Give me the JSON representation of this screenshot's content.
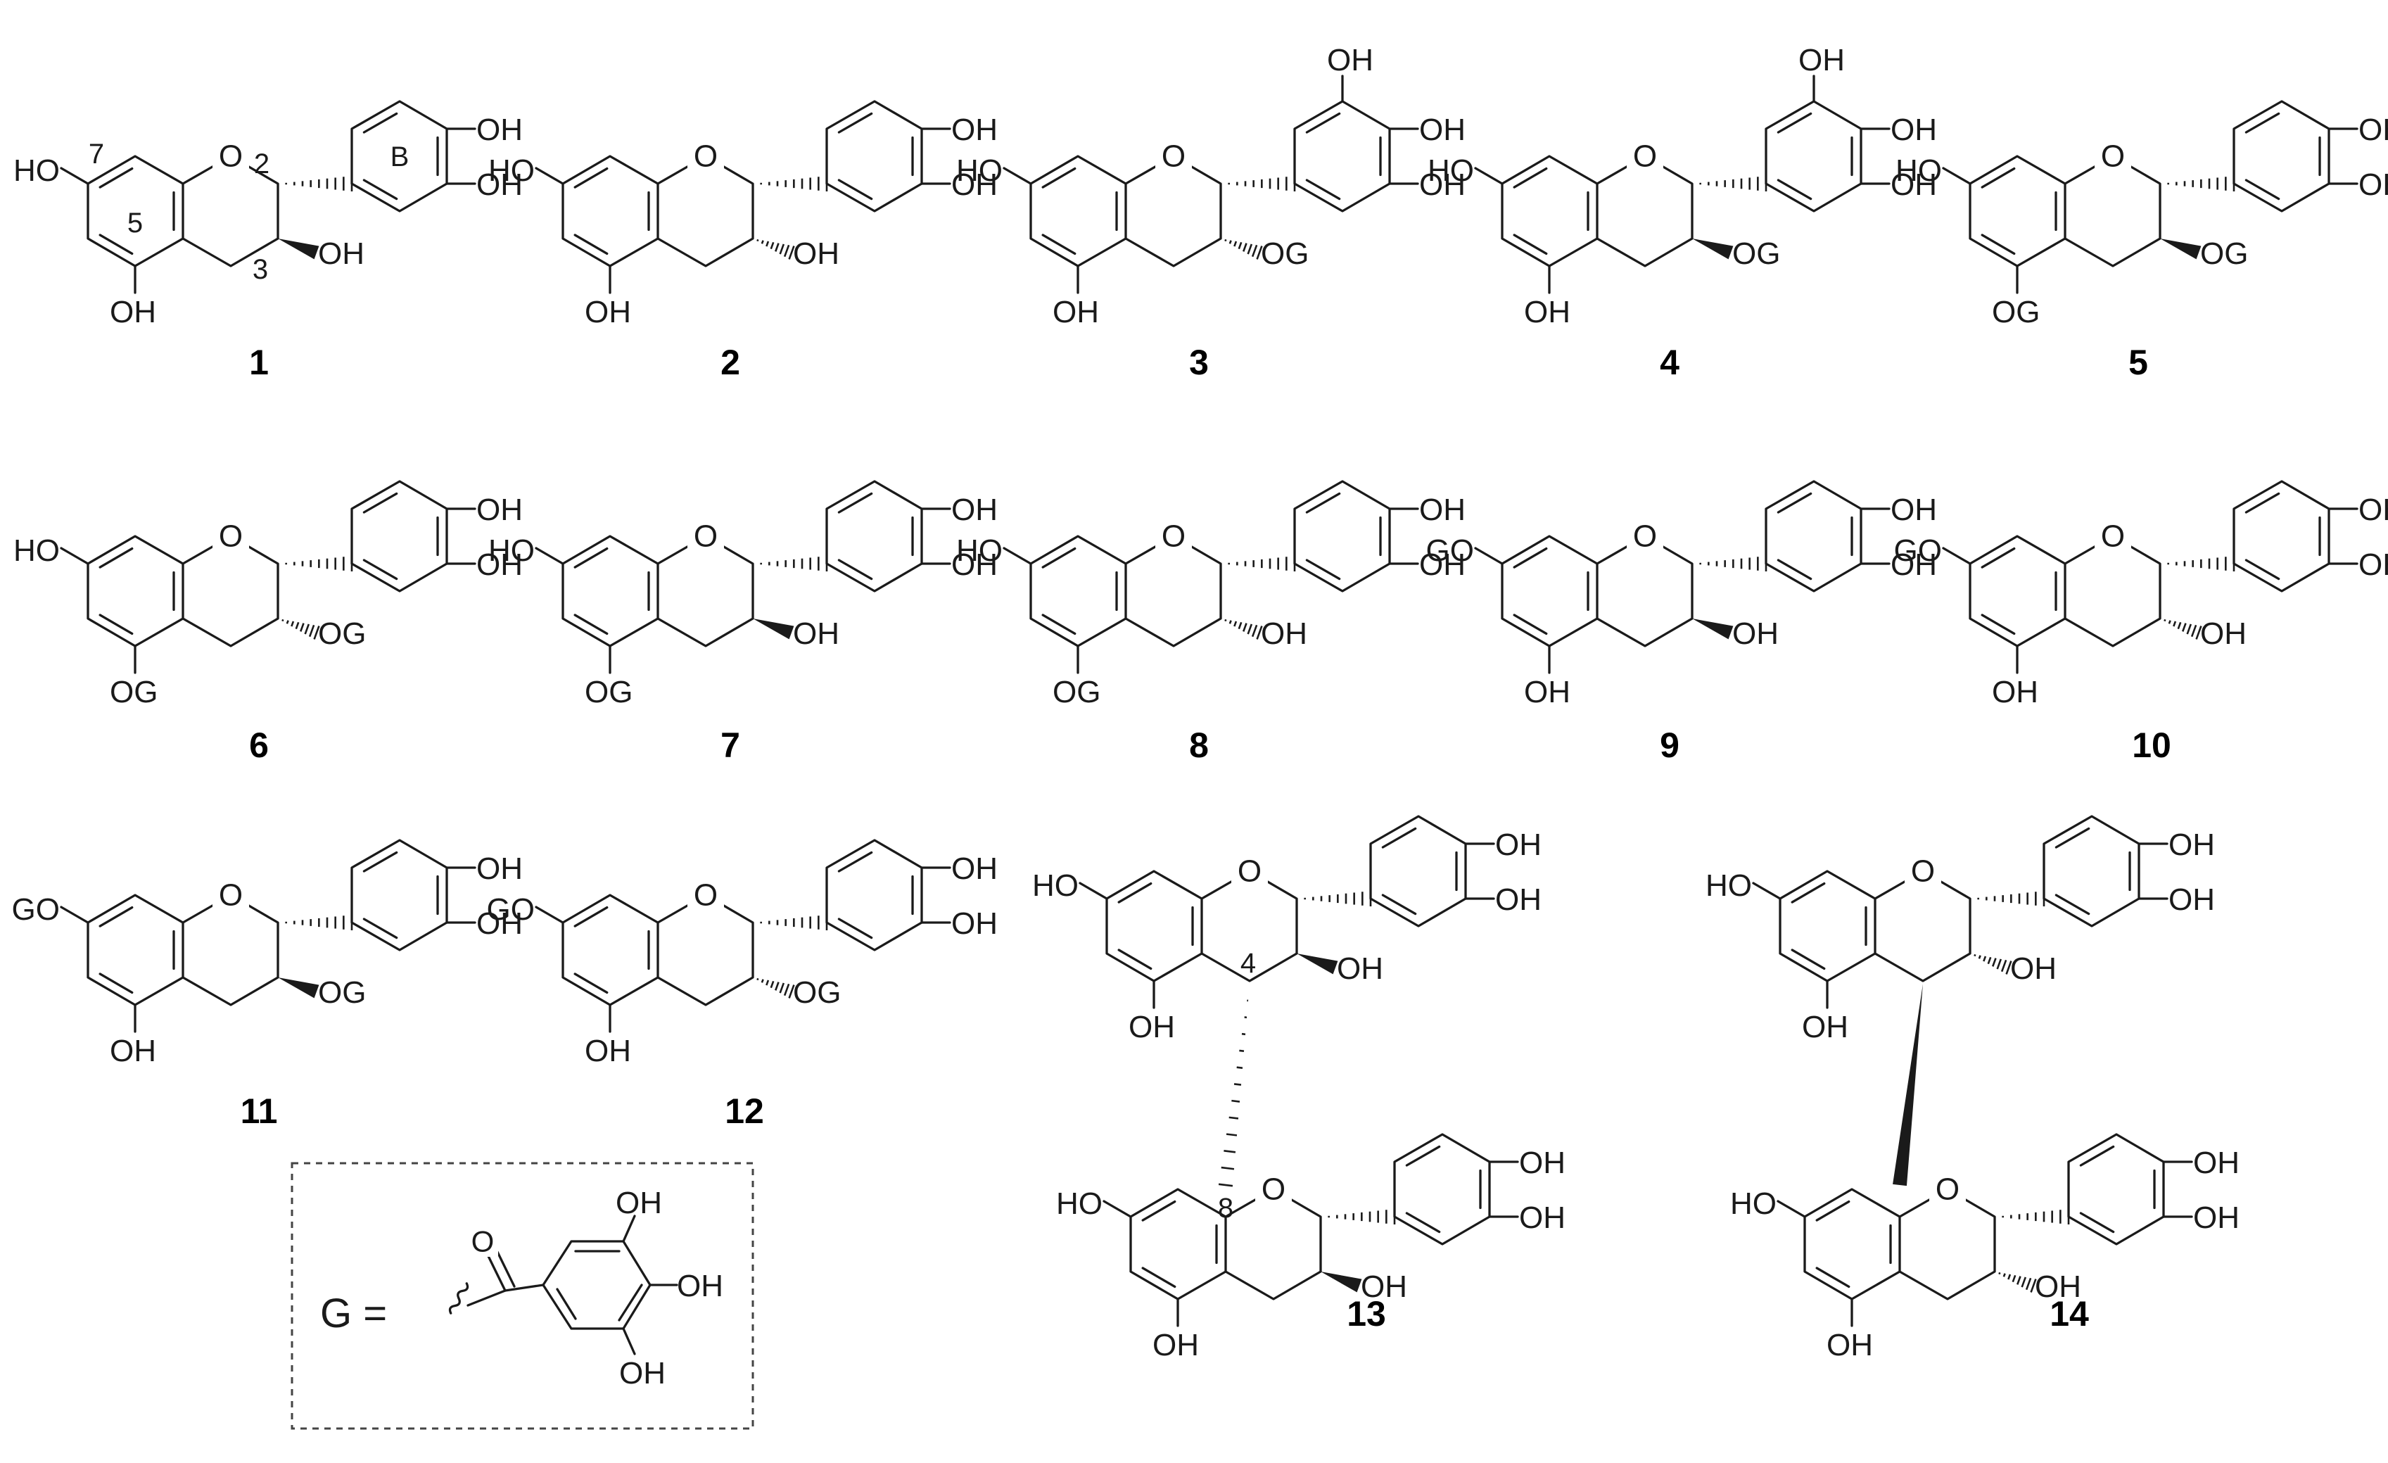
{
  "figure": {
    "compounds": [
      {
        "id": "1",
        "label": "1",
        "sub": {
          "r7": "HO",
          "r5": "OH",
          "r3": "OH",
          "stereo2": "hash",
          "stereo3": "bold",
          "gallo": false
        },
        "annot": {
          "c7": "7",
          "c5": "5",
          "c2": "2",
          "c3": "3",
          "ringB": "B"
        }
      },
      {
        "id": "2",
        "label": "2",
        "sub": {
          "r7": "HO",
          "r5": "OH",
          "r3": "OH",
          "stereo2": "hash",
          "stereo3": "hash",
          "gallo": false
        }
      },
      {
        "id": "3",
        "label": "3",
        "sub": {
          "r7": "HO",
          "r5": "OH",
          "r3": "OG",
          "stereo2": "hash",
          "stereo3": "hash",
          "gallo": true
        }
      },
      {
        "id": "4",
        "label": "4",
        "sub": {
          "r7": "HO",
          "r5": "OH",
          "r3": "OG",
          "stereo2": "hash",
          "stereo3": "bold",
          "gallo": true
        }
      },
      {
        "id": "5",
        "label": "5",
        "sub": {
          "r7": "HO",
          "r5": "OG",
          "r3": "OG",
          "stereo2": "hash",
          "stereo3": "bold",
          "gallo": false
        }
      },
      {
        "id": "6",
        "label": "6",
        "sub": {
          "r7": "HO",
          "r5": "OG",
          "r3": "OG",
          "stereo2": "hash",
          "stereo3": "hash",
          "gallo": false
        }
      },
      {
        "id": "7",
        "label": "7",
        "sub": {
          "r7": "HO",
          "r5": "OG",
          "r3": "OH",
          "stereo2": "hash",
          "stereo3": "bold",
          "gallo": false
        }
      },
      {
        "id": "8",
        "label": "8",
        "sub": {
          "r7": "HO",
          "r5": "OG",
          "r3": "OH",
          "stereo2": "hash",
          "stereo3": "hash",
          "gallo": false
        }
      },
      {
        "id": "9",
        "label": "9",
        "sub": {
          "r7": "GO",
          "r5": "OH",
          "r3": "OH",
          "stereo2": "hash",
          "stereo3": "bold",
          "gallo": false
        }
      },
      {
        "id": "10",
        "label": "10",
        "sub": {
          "r7": "GO",
          "r5": "OH",
          "r3": "OH",
          "stereo2": "hash",
          "stereo3": "hash",
          "gallo": false
        }
      },
      {
        "id": "11",
        "label": "11",
        "sub": {
          "r7": "GO",
          "r5": "OH",
          "r3": "OG",
          "stereo2": "hash",
          "stereo3": "bold",
          "gallo": false
        }
      },
      {
        "id": "12",
        "label": "12",
        "sub": {
          "r7": "GO",
          "r5": "OH",
          "r3": "OG",
          "stereo2": "hash",
          "stereo3": "hash",
          "gallo": false
        }
      },
      {
        "id": "13",
        "label": "13",
        "dimer": true,
        "upper": {
          "r7": "HO",
          "r5": "OH",
          "r3": "OH",
          "stereo2": "hash",
          "stereo3": "bold"
        },
        "lower": {
          "r7": "HO",
          "r5": "OH",
          "r3": "OH",
          "stereo2": "hash",
          "stereo3": "bold"
        },
        "link": "hash",
        "annot": {
          "c4": "4",
          "c8": "8"
        }
      },
      {
        "id": "14",
        "label": "14",
        "dimer": true,
        "upper": {
          "r7": "HO",
          "r5": "OH",
          "r3": "OH",
          "stereo2": "hash",
          "stereo3": "hash"
        },
        "lower": {
          "r7": "HO",
          "r5": "OH",
          "r3": "OH",
          "stereo2": "hash",
          "stereo3": "hash"
        },
        "link": "bold"
      }
    ],
    "atoms": {
      "ring_oxygen": "O",
      "hydroxyl": "OH",
      "carbonyl_oxygen": "O"
    },
    "legend": {
      "symbol": "G =",
      "oh_a": "OH",
      "oh_b": "OH",
      "oh_c": "OH"
    }
  }
}
